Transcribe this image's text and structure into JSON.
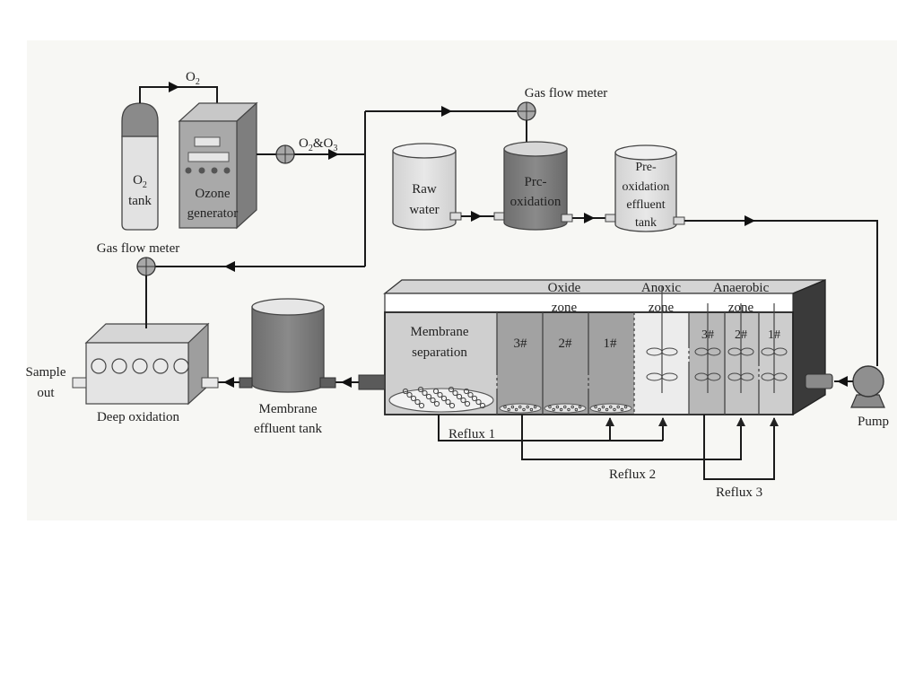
{
  "diagram": {
    "title": "",
    "colors": {
      "background_panel": "#f6f6f3",
      "light_gray": "#dedede",
      "mid_gray": "#a6a6a6",
      "dark_gray": "#7d7d7d",
      "darkest": "#3a3a3a",
      "line": "#1a1a1a"
    },
    "gas_line": {
      "o2_label": "O",
      "o2_sub": "2",
      "mix_label_a": "O",
      "mix_sub_a": "2",
      "mix_amp": "&O",
      "mix_sub_b": "3"
    },
    "o2_tank": {
      "line1": "O",
      "line1_sub": "2",
      "line2": "tank"
    },
    "ozone_generator": {
      "line1": "Ozone",
      "line2": "generator"
    },
    "gas_flow_meter_top": {
      "label": "Gas flow meter"
    },
    "gas_flow_meter_left": {
      "label": "Gas flow meter"
    },
    "raw_water_tank": {
      "line1": "Raw",
      "line2": "water"
    },
    "pre_oxidation_tank": {
      "line1": "Prc-",
      "line2": "oxidation"
    },
    "pre_oxidation_effluent_tank": {
      "line1": "Pre-",
      "line2": "oxidation",
      "line3": "effluent",
      "line4": "tank"
    },
    "reactor": {
      "header_labels": {
        "oxide_1": "Oxide",
        "oxide_2": "zone",
        "anoxic_1": "Anoxic",
        "anoxic_2": "zone",
        "anaerobic_1": "Anaerobic",
        "anaerobic_2": "zone"
      },
      "membrane": {
        "line1": "Membrane",
        "line2": "separation"
      },
      "oxide_cells": [
        "3#",
        "2#",
        "1#"
      ],
      "anaerobic_cells": [
        "3#",
        "2#",
        "1#"
      ]
    },
    "pump": {
      "label": "Pump"
    },
    "membrane_effluent_tank": {
      "line1": "Membrane",
      "line2": "effluent tank"
    },
    "deep_oxidation": {
      "label": "Deep oxidation"
    },
    "sample_out": {
      "line1": "Sample",
      "line2": "out"
    },
    "reflux": {
      "r1": "Reflux 1",
      "r2": "Reflux 2",
      "r3": "Reflux 3"
    }
  }
}
